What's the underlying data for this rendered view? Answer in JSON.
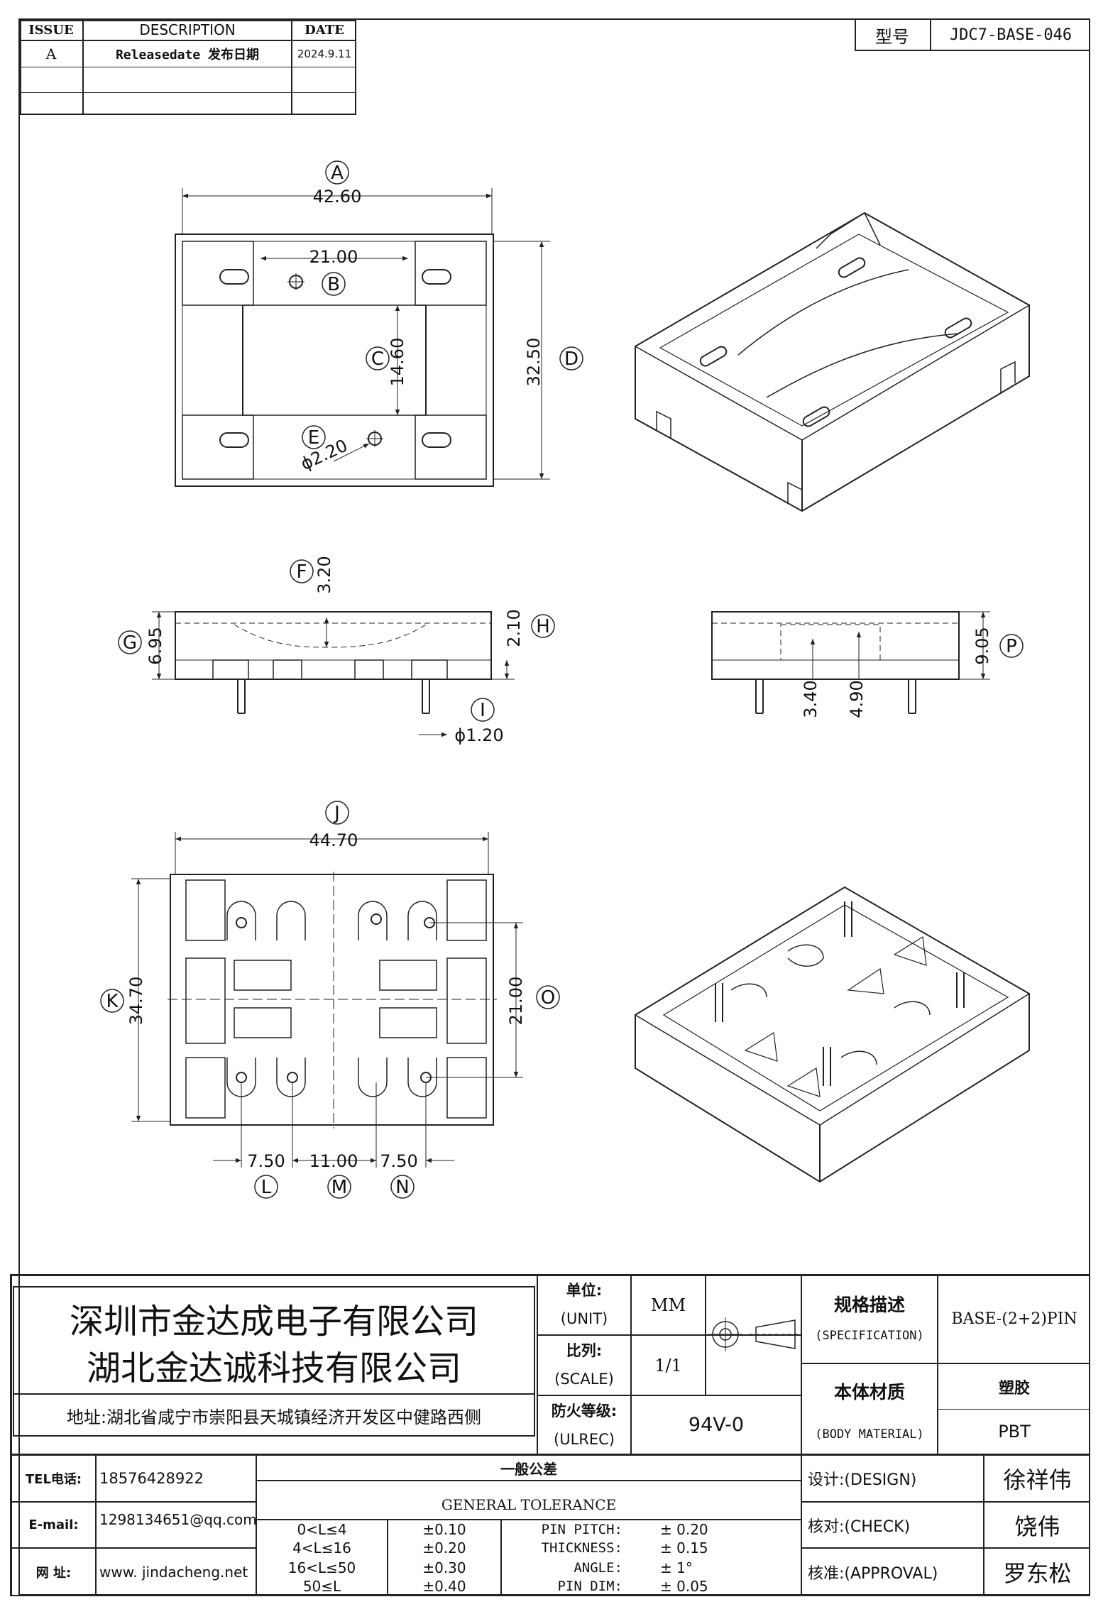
{
  "revision_table": {
    "headers": [
      "ISSUE",
      "DESCRIPTION",
      "DATE"
    ],
    "rows": [
      {
        "issue": "A",
        "description": "Releasedate 发布日期",
        "date": "2024.9.11"
      }
    ]
  },
  "model": {
    "label": "型号",
    "value": "JDC7-BASE-046"
  },
  "dimensions": {
    "A": "42.60",
    "B": "21.00",
    "C": "14.60",
    "D": "32.50",
    "E": "ϕ2.20",
    "F": "3.20",
    "G": "6.95",
    "H": "2.10",
    "I": "ϕ1.20",
    "P": "9.05",
    "P_inner1": "3.40",
    "P_inner2": "4.90",
    "J": "44.70",
    "K": "34.70",
    "O": "21.00",
    "L": "7.50",
    "M": "11.00",
    "N": "7.50"
  },
  "callouts": [
    "A",
    "B",
    "C",
    "D",
    "E",
    "F",
    "G",
    "H",
    "I",
    "P",
    "J",
    "K",
    "O",
    "L",
    "M",
    "N"
  ],
  "company": {
    "name1": "深圳市金达成电子有限公司",
    "name2": "湖北金达诚科技有限公司",
    "address": "地址:湖北省咸宁市崇阳县天城镇经济开发区中健路西侧"
  },
  "title_block": {
    "unit_label": "单位:",
    "unit_label_en": "(UNIT)",
    "unit_value": "MM",
    "scale_label": "比列:",
    "scale_label_en": "(SCALE)",
    "scale_value": "1/1",
    "ul_label": "防火等级:",
    "ul_label_en": "(ULREC)",
    "ul_value": "94V-0",
    "spec_label": "规格描述",
    "spec_label_en": "(SPECIFICATION)",
    "spec_value": "BASE-(2+2)PIN",
    "material_label": "本体材质",
    "material_label_en": "(BODY MATERIAL)",
    "material_value_cn": "塑胶",
    "material_value_en": "PBT"
  },
  "contact": {
    "tel_label": "TEL电话:",
    "tel_value": "18576428922",
    "email_label": "E-mail:",
    "email_value": "1298134651@qq.com",
    "web_label": "网 址:",
    "web_value": "www. jindacheng.net"
  },
  "tolerance": {
    "title_cn": "一般公差",
    "title_en": "GENERAL TOLERANCE",
    "ranges": [
      {
        "range": "0<L≤4",
        "tol": "±0.10"
      },
      {
        "range": "4<L≤16",
        "tol": "±0.20"
      },
      {
        "range": "16<L≤50",
        "tol": "±0.30"
      },
      {
        "range": "50≤L",
        "tol": "±0.40"
      }
    ],
    "specs": [
      {
        "name": "PIN PITCH:",
        "value": "± 0.20"
      },
      {
        "name": "THICKNESS:",
        "value": "± 0.15"
      },
      {
        "name": "ANGLE:",
        "value": "± 1°"
      },
      {
        "name": "PIN DIM:",
        "value": "± 0.05"
      }
    ]
  },
  "signoff": {
    "design_label": "设计:(DESIGN)",
    "design_name": "徐祥伟",
    "check_label": "核对:(CHECK)",
    "check_name": "饶伟",
    "approval_label": "核准:(APPROVAL)",
    "approval_name": "罗东松"
  },
  "colors": {
    "line": "#222222",
    "background": "#ffffff"
  }
}
